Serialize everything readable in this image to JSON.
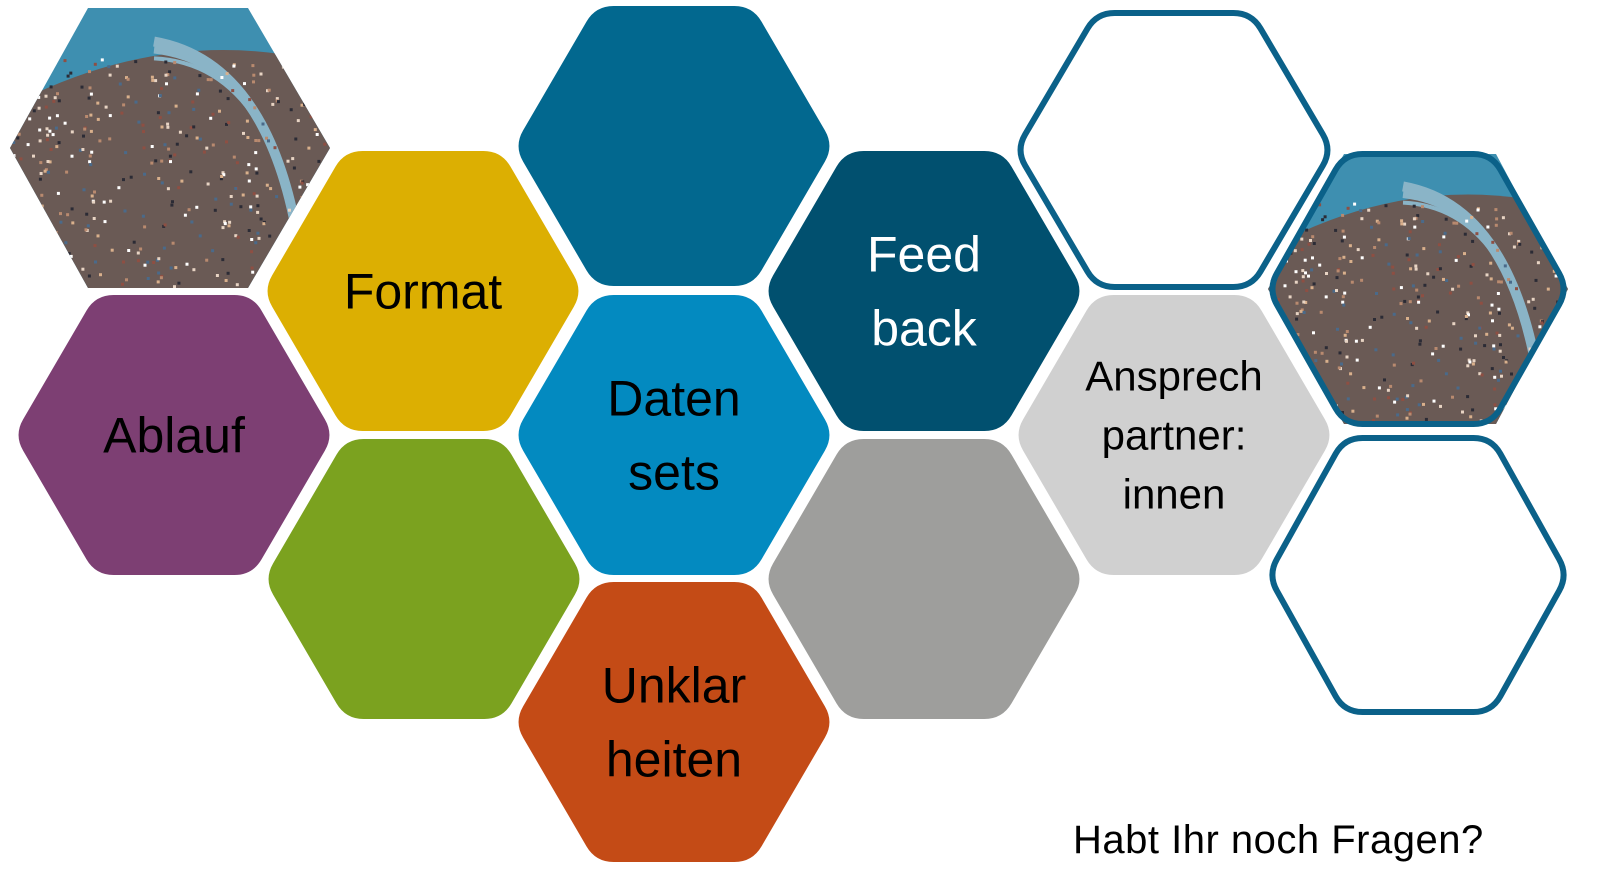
{
  "hexagons": [
    {
      "id": "photo-left",
      "kind": "photo",
      "colors": {
        "sky": "#3e8fb0",
        "balcony": "#8ab4c7",
        "crowd": "#6a5a55"
      }
    },
    {
      "id": "format",
      "kind": "filled",
      "color": "#dcaf02",
      "lines": [
        "Format"
      ],
      "text_color": "#000000"
    },
    {
      "id": "top-blue",
      "kind": "filled",
      "color": "#02688f",
      "lines": []
    },
    {
      "id": "feedback",
      "kind": "filled",
      "color": "#01506f",
      "lines": [
        "Feed",
        "back"
      ],
      "text_color": "#ffffff"
    },
    {
      "id": "outline-top",
      "kind": "outline",
      "stroke": "#0b6189",
      "lines": []
    },
    {
      "id": "photo-right",
      "kind": "photo-outline",
      "stroke": "#0b6189",
      "colors": {
        "sky": "#3e8fb0",
        "balcony": "#8ab4c7",
        "crowd": "#6a5a55"
      }
    },
    {
      "id": "ablauf",
      "kind": "filled",
      "color": "#7d3f73",
      "lines": [
        "Ablauf"
      ],
      "text_color": "#000000"
    },
    {
      "id": "datensets",
      "kind": "filled",
      "color": "#038ac0",
      "lines": [
        "Daten",
        "sets"
      ],
      "text_color": "#000000"
    },
    {
      "id": "ansprechpartner",
      "kind": "filled",
      "color": "#d0d0d0",
      "lines": [
        "Ansprech",
        "partner:",
        "innen"
      ],
      "text_color": "#000000"
    },
    {
      "id": "green",
      "kind": "filled",
      "color": "#7ba21f",
      "lines": []
    },
    {
      "id": "gray",
      "kind": "filled",
      "color": "#9e9e9c",
      "lines": []
    },
    {
      "id": "outline-bottom",
      "kind": "outline",
      "stroke": "#0b6189",
      "lines": []
    },
    {
      "id": "unklarheiten",
      "kind": "filled",
      "color": "#c44b16",
      "lines": [
        "Unklar",
        "heiten"
      ],
      "text_color": "#000000"
    }
  ],
  "footer": {
    "text": "Habt Ihr noch Fragen?"
  }
}
